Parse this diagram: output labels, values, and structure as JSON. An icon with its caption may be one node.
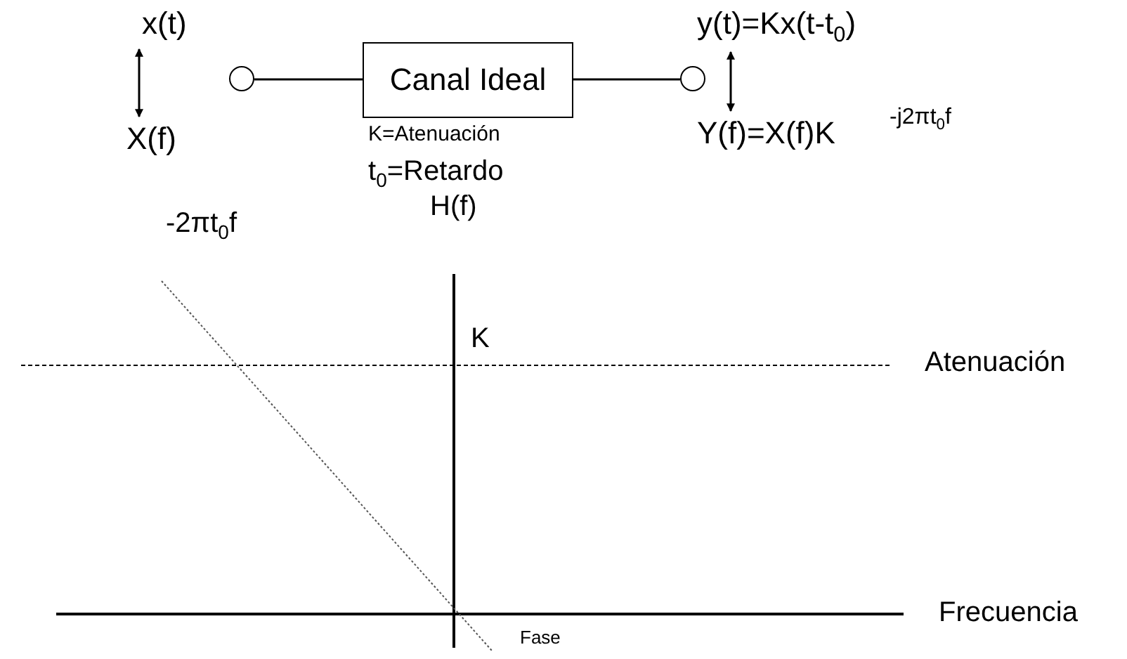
{
  "diagram": {
    "nodes": [
      {
        "text": [
          "x(t)"
        ]
      },
      {
        "text": [
          "X(f)"
        ]
      },
      {
        "text": [],
        "shape": "circle"
      },
      {
        "text": [
          "Canal Ideal"
        ],
        "beside": [
          "K=Atenuación",
          "t$_{0}$=Retardo"
        ]
      },
      {
        "text": [],
        "shape": "circle"
      },
      {
        "text": [
          "y(t)=Kx(t-t$_{0}$)"
        ]
      },
      {
        "text": [
          "Y(f)=X(f)K"
        ],
        "beside": [
          "-j2πt$_{0}$f"
        ]
      }
    ],
    "edges": [
      {
        "from": 0,
        "to": 1,
        "arrow": "both"
      },
      {
        "from": 2,
        "to": 3,
        "arrow": "none"
      },
      {
        "from": 3,
        "to": 4,
        "arrow": "none"
      },
      {
        "from": 5,
        "to": 6,
        "arrow": "both"
      }
    ],
    "labels": [
      "H(f)",
      "-2πt$_{0}$f",
      "K",
      "Atenuación",
      "Frecuencia",
      "Fase"
    ]
  }
}
